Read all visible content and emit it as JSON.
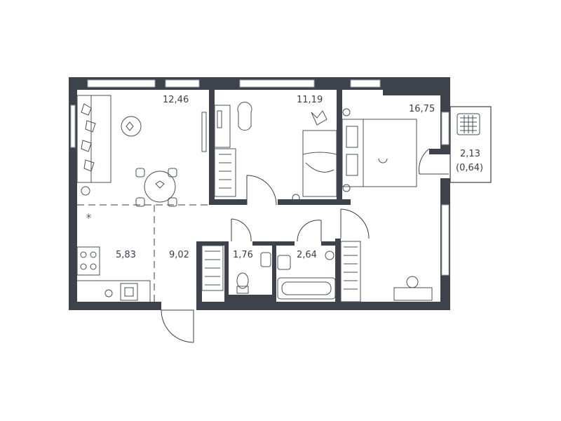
{
  "colors": {
    "wall": "#3e424b",
    "line": "#3a3e47",
    "window": "#9aa0a8",
    "furniture": "#4a4f58",
    "background": "#ffffff"
  },
  "rooms": {
    "living_room": {
      "area": "12,46"
    },
    "bedroom_small": {
      "area": "11,19"
    },
    "bedroom_large": {
      "area": "16,75"
    },
    "balcony": {
      "area": "2,13",
      "reduced_area": "(0,64)"
    },
    "kitchen": {
      "area": "5,83"
    },
    "hallway": {
      "area": "9,02"
    },
    "toilet": {
      "area": "1,76"
    },
    "bathroom": {
      "area": "2,64"
    }
  }
}
